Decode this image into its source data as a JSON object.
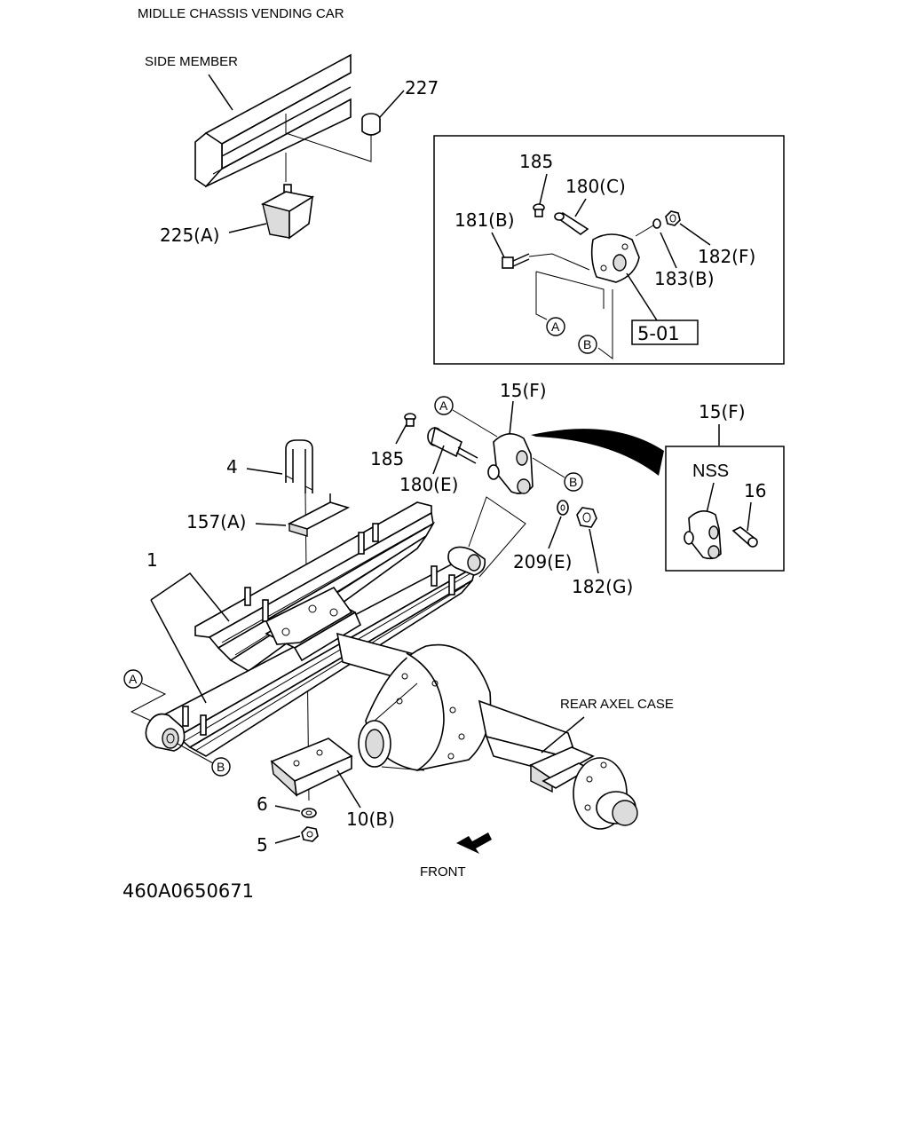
{
  "header": {
    "title": "MIDLLE CHASSIS VENDING CAR",
    "figure_code": "460A0650671"
  },
  "labels": {
    "side_member": "SIDE MEMBER",
    "rear_axel_case": "REAR AXEL CASE",
    "front": "FRONT",
    "nss": "NSS"
  },
  "callouts": {
    "p227": "227",
    "p225a": "225(A)",
    "p185_inset": "185",
    "p180c": "180(C)",
    "p181b": "181(B)",
    "p182f": "182(F)",
    "p183b": "183(B)",
    "ref_501": "5-01",
    "p15f_main": "15(F)",
    "p15f_detail": "15(F)",
    "p185_main": "185",
    "p180e": "180(E)",
    "p4": "4",
    "p157a": "157(A)",
    "p1": "1",
    "p209e": "209(E)",
    "p182g": "182(G)",
    "p16": "16",
    "p6": "6",
    "p5": "5",
    "p10b": "10(B)"
  },
  "markers": {
    "a": "A",
    "b": "B"
  }
}
